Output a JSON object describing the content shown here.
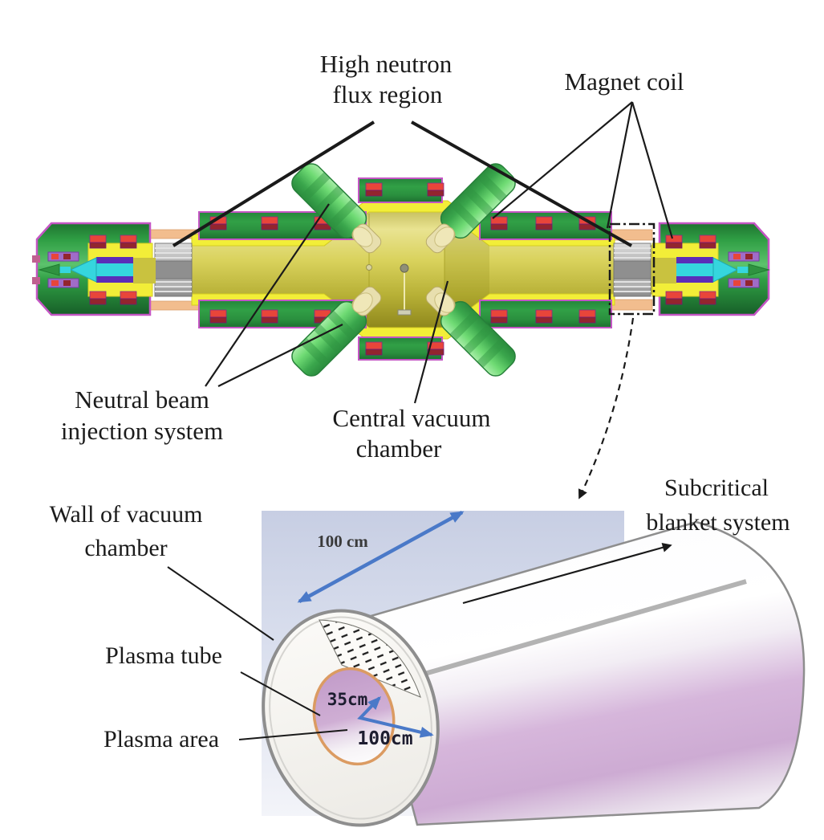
{
  "top_diagram": {
    "labels": {
      "high_neutron_flux": {
        "line1": "High neutron",
        "line2": "flux region"
      },
      "magnet_coil": {
        "text": "Magnet coil"
      },
      "neutral_beam": {
        "line1": "Neutral beam",
        "line2": "injection system"
      },
      "central_vacuum": {
        "line1": "Central vacuum",
        "line2": "chamber"
      }
    }
  },
  "detail_diagram": {
    "labels": {
      "wall_of_vacuum": {
        "line1": "Wall of vacuum",
        "line2": "chamber"
      },
      "plasma_tube": {
        "text": "Plasma tube"
      },
      "plasma_area": {
        "text": "Plasma area"
      },
      "subcritical_blanket": {
        "line1": "Subcritical",
        "line2": "blanket system"
      }
    },
    "dimensions": {
      "cylinder_length": "100 cm",
      "plasma_tube_dim": "35cm",
      "blanket_dim": "100cm"
    }
  },
  "colors": {
    "cap_green": "#2f9e44",
    "block_green": "#2e9440",
    "injector_green": "#63d063",
    "outline_magenta": "#c455c4",
    "coil_red": "#e8453a",
    "coil_maroon": "#93252e",
    "wall_yellow": "#f2ee38",
    "chamber_olive": "#c9c23f",
    "throat_gray": "#a8a8a8",
    "expansion_peach": "#f2bd8e",
    "cone_cyan": "#35d6de",
    "liner_purple": "#5b2db8",
    "backdrop_blue": "#ccd3e6",
    "blanket_pink": "#d2b0d8",
    "ring_orange": "#db9b62",
    "dimension_blue": "#4a79c8",
    "line_black": "#1a1a1a"
  }
}
